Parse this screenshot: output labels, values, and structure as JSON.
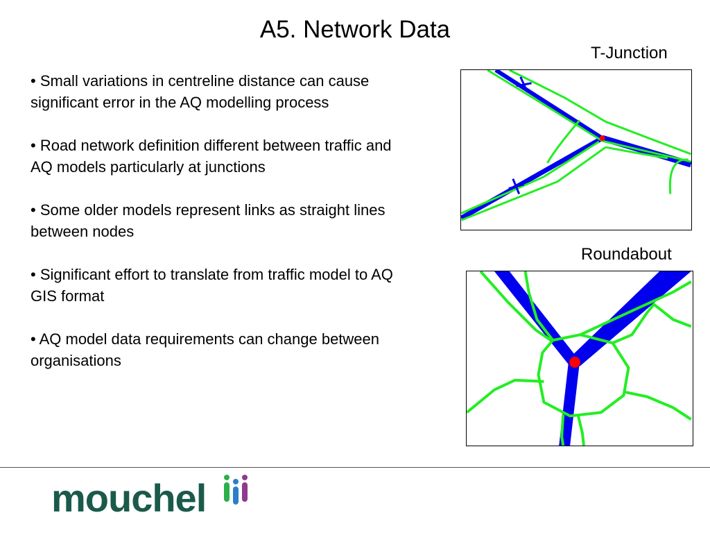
{
  "slide": {
    "title": "A5. Network Data",
    "bullets": [
      "• Small variations in centreline distance can cause significant error in the AQ modelling process",
      "• Road network definition different between traffic and AQ models particularly at junctions",
      "• Some older models represent links as straight lines between nodes",
      "• Significant effort to translate from traffic model to AQ GIS format",
      "• AQ model data requirements can change between organisations"
    ]
  },
  "figures": {
    "t_junction_label": "T-Junction",
    "roundabout_label": "Roundabout"
  },
  "colors": {
    "traffic_link": "#0000ee",
    "aq_link": "#22ee22",
    "node": "#ff0000",
    "brand": "#1b5a4a"
  },
  "footer": {
    "logo_text": "mouchel"
  }
}
